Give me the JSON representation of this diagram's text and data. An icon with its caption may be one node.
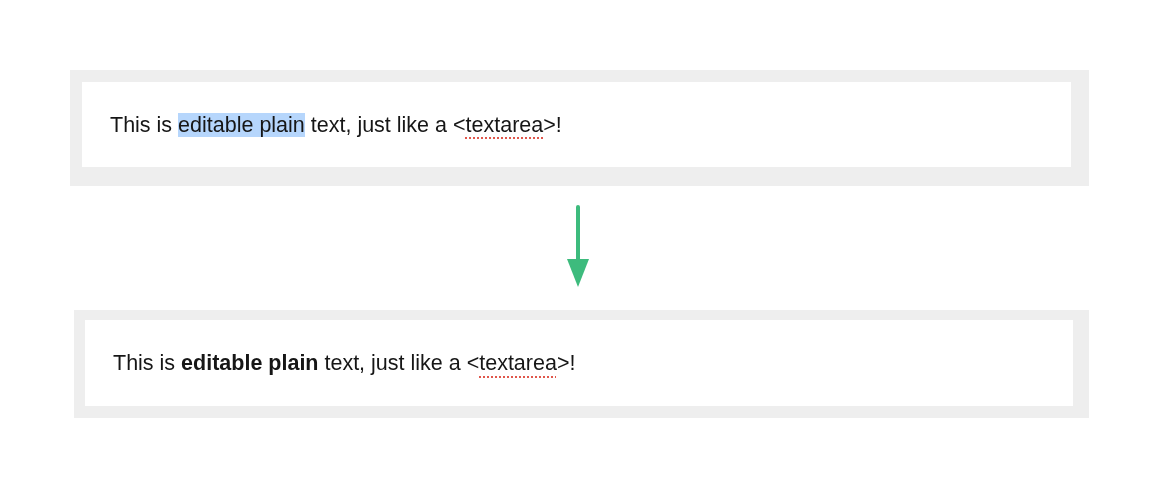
{
  "diagram": {
    "nodes": [
      {
        "text": [
          "This is editable plain text, just like a <textarea>!"
        ]
      },
      {
        "text": [
          "This is **editable plain** text, just like a <textarea>!"
        ]
      }
    ],
    "edges": [
      {
        "from": 0,
        "to": 1,
        "arrow": "to",
        "color": "#3dbb7d"
      }
    ]
  }
}
